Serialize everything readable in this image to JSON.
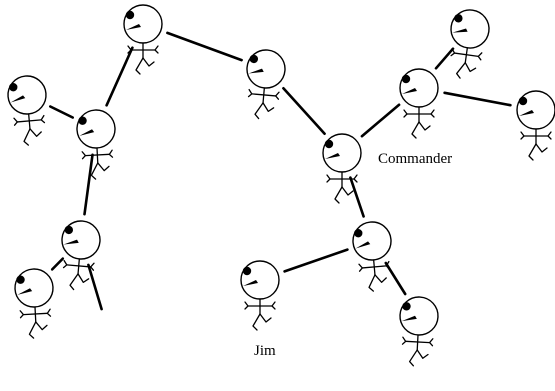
{
  "labels": {
    "commander": "Commander",
    "jim": "Jim"
  },
  "nodes": [
    {
      "id": "n1",
      "icon": "stick-figure-icon"
    },
    {
      "id": "n2",
      "icon": "stick-figure-icon"
    },
    {
      "id": "n3",
      "icon": "stick-figure-icon"
    },
    {
      "id": "n4",
      "icon": "stick-figure-icon"
    },
    {
      "id": "n5",
      "icon": "stick-figure-icon"
    },
    {
      "id": "n6",
      "icon": "stick-figure-icon"
    },
    {
      "id": "n7",
      "icon": "stick-figure-icon"
    },
    {
      "id": "commander",
      "icon": "stick-figure-icon"
    },
    {
      "id": "n9",
      "icon": "stick-figure-icon"
    },
    {
      "id": "n10",
      "icon": "stick-figure-icon"
    },
    {
      "id": "n11",
      "icon": "stick-figure-icon"
    },
    {
      "id": "n12",
      "icon": "stick-figure-icon"
    },
    {
      "id": "jim",
      "icon": "stick-figure-icon"
    },
    {
      "id": "n14",
      "icon": "stick-figure-icon"
    }
  ],
  "edges": [
    [
      "n1",
      "n2"
    ],
    [
      "n1",
      "n3"
    ],
    [
      "n2",
      "n5"
    ],
    [
      "n3",
      "n4"
    ],
    [
      "n3",
      "n6"
    ],
    [
      "n6",
      "n7"
    ],
    [
      "n6",
      "n8"
    ],
    [
      "n5",
      "commander"
    ],
    [
      "commander",
      "n9"
    ],
    [
      "commander",
      "n11"
    ],
    [
      "n11",
      "n10"
    ],
    [
      "n11",
      "n12"
    ],
    [
      "n9",
      "jim"
    ],
    [
      "n9",
      "n14"
    ]
  ],
  "colors": {
    "stroke": "#000000",
    "background": "#ffffff"
  }
}
